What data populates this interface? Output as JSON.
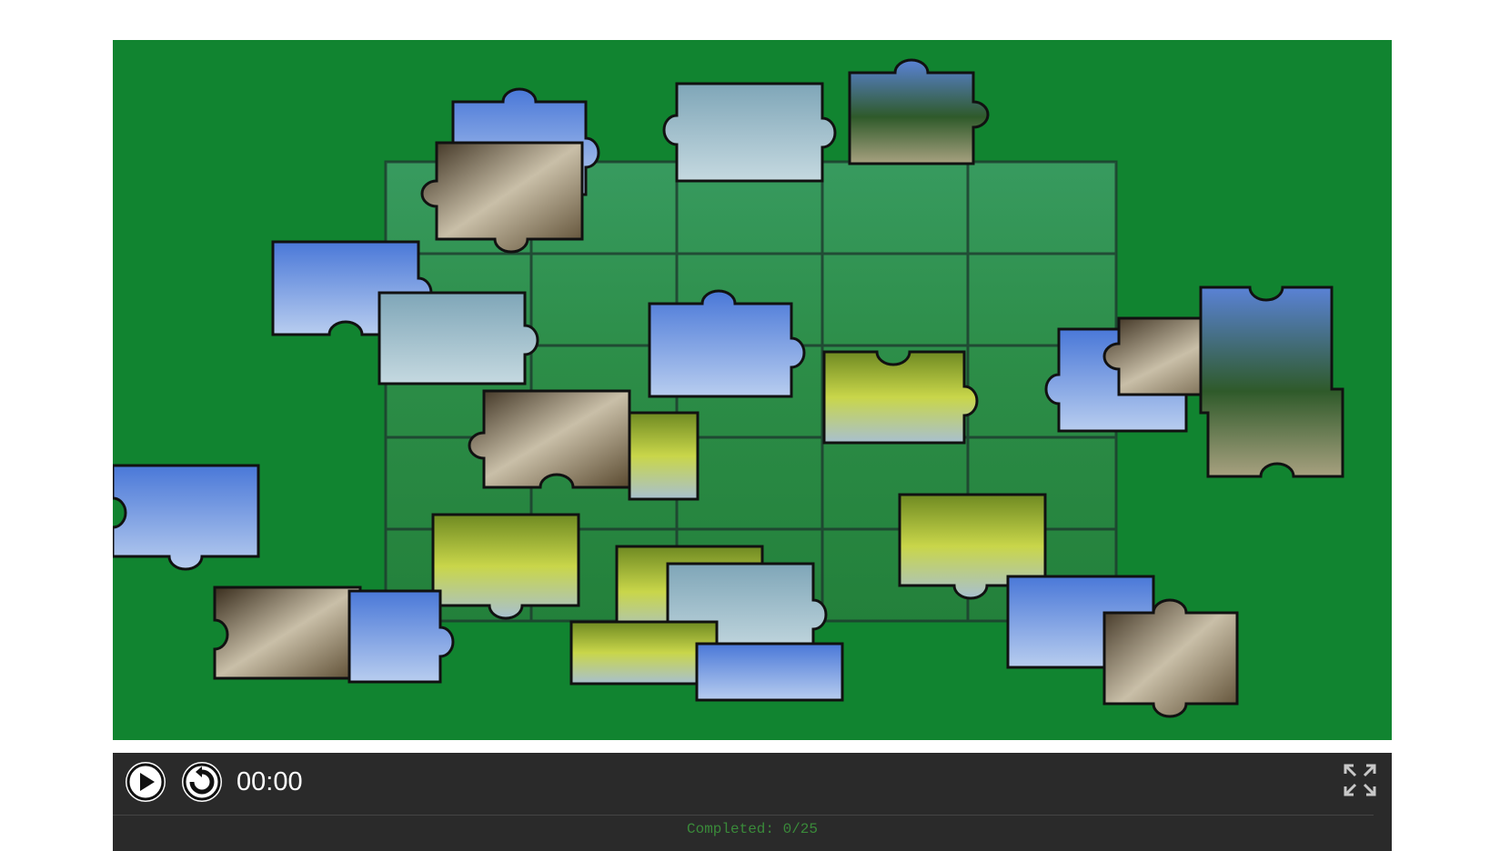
{
  "game": {
    "title": "Jigsaw puzzle",
    "board_color": "#118430",
    "image_subject": "mountain lake landscape"
  },
  "controls": {
    "play_icon": "play-icon",
    "restart_icon": "restart-icon",
    "fullscreen_icon": "fullscreen-icon",
    "timer": "00:00",
    "completed_text": "Completed: 0/25"
  },
  "puzzle": {
    "total_pieces": 25,
    "placed_pieces": 0
  }
}
